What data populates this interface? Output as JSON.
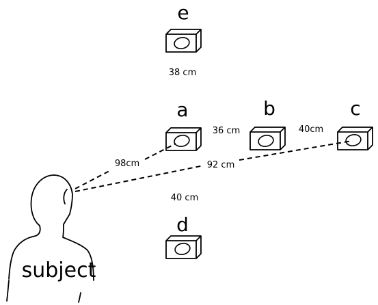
{
  "boxes": [
    {
      "id": "e",
      "label": "e"
    },
    {
      "id": "a",
      "label": "a"
    },
    {
      "id": "b",
      "label": "b"
    },
    {
      "id": "c",
      "label": "c"
    },
    {
      "id": "d",
      "label": "d"
    }
  ],
  "distances": {
    "e_to_a": "38 cm",
    "a_to_b": "36 cm",
    "b_to_c": "40cm",
    "a_to_d": "40 cm",
    "subject_to_a": "98cm",
    "subject_to_c": "92 cm"
  },
  "subject": {
    "label": "subject"
  }
}
